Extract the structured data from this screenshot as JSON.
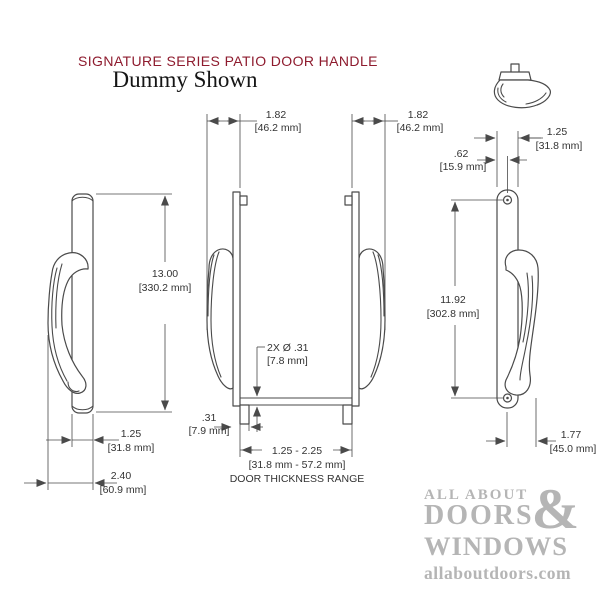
{
  "header": {
    "title": "SIGNATURE SERIES PATIO DOOR HANDLE",
    "subtitle": "Dummy Shown"
  },
  "dims": {
    "height": {
      "v": "13.00",
      "mm": "[330.2 mm]"
    },
    "body_width": {
      "v": "1.25",
      "mm": "[31.8 mm]"
    },
    "body_depth": {
      "v": "2.40",
      "mm": "[60.9 mm]"
    },
    "plate_depth_a": {
      "v": "1.82",
      "mm": "[46.2 mm]"
    },
    "plate_depth_b": {
      "v": "1.82",
      "mm": "[46.2 mm]"
    },
    "screw_holes": {
      "v": "2X  Ø .31",
      "mm": "[7.8 mm]"
    },
    "plate_offset": {
      "v": ".31",
      "mm": "[7.9 mm]"
    },
    "door_thickness": {
      "v": "1.25 - 2.25",
      "mm": "[31.8 mm - 57.2 mm]",
      "note": "DOOR THICKNESS RANGE"
    },
    "plate_width": {
      "v": "1.25",
      "mm": "[31.8 mm]"
    },
    "hole_offset": {
      "v": ".62",
      "mm": "[15.9 mm]"
    },
    "hole_spacing": {
      "v": "11.92",
      "mm": "[302.8 mm]"
    },
    "handle_depth": {
      "v": "1.77",
      "mm": "[45.0 mm]"
    }
  },
  "logo": {
    "line1": "ALL ABOUT",
    "line2": "DOORS",
    "amp": "&",
    "line3": "WINDOWS",
    "site": "allaboutdoors.com"
  },
  "colors": {
    "accent_red": "#8E1B2E",
    "line": "#4a4a4a",
    "logo_gray": "#b5b5b5"
  }
}
